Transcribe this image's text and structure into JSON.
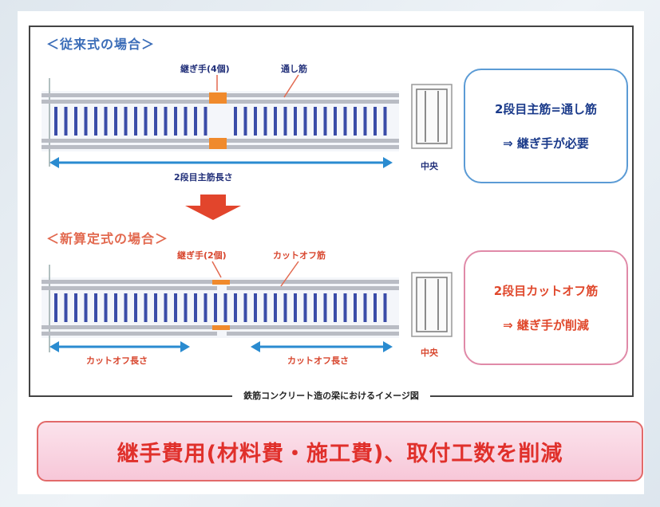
{
  "old_method": {
    "title": "＜従来式の場合＞",
    "joint_label": "継ぎ手(4個)",
    "through_bar_label": "通し筋",
    "length_label": "2段目主筋長さ",
    "center_label": "中央",
    "box_line1": "2段目主筋=通し筋",
    "box_line2": "⇒ 継ぎ手が必要"
  },
  "new_method": {
    "title": "＜新算定式の場合＞",
    "joint_label": "継ぎ手(2個)",
    "cutoff_bar_label": "カットオフ筋",
    "length_left_label": "カットオフ長さ",
    "length_right_label": "カットオフ長さ",
    "center_label": "中央",
    "box_line1": "2段目カットオフ筋",
    "box_line2": "⇒ 継ぎ手が削減"
  },
  "caption": "鉄筋コンクリート造の梁におけるイメージ図",
  "banner": "継手費用(材料費・施工費)、取付工数を削減",
  "colors": {
    "old_title": "#3b6db8",
    "new_title": "#e2694f",
    "navy": "#22307a",
    "arrow": "#2a8bd0",
    "joint": "#f08a2c",
    "stirrup": "#3a4ca8"
  }
}
